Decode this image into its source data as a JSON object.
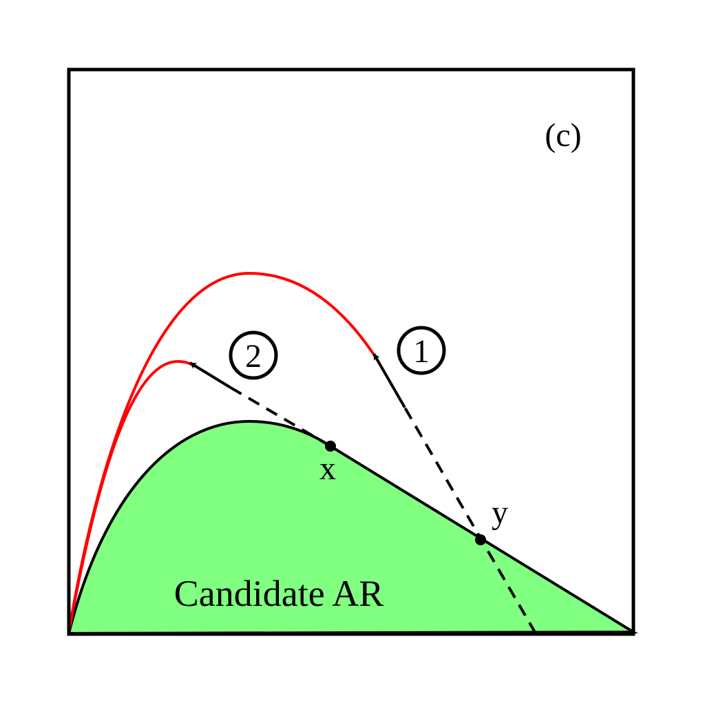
{
  "panel_label": "(c)",
  "region_label": "Candidate AR",
  "points": {
    "x": "x",
    "y": "y"
  },
  "steps": {
    "one": "1",
    "two": "2"
  },
  "colors": {
    "region": "#80ff80",
    "trajectory": "#ff0000",
    "line": "#000000"
  }
}
